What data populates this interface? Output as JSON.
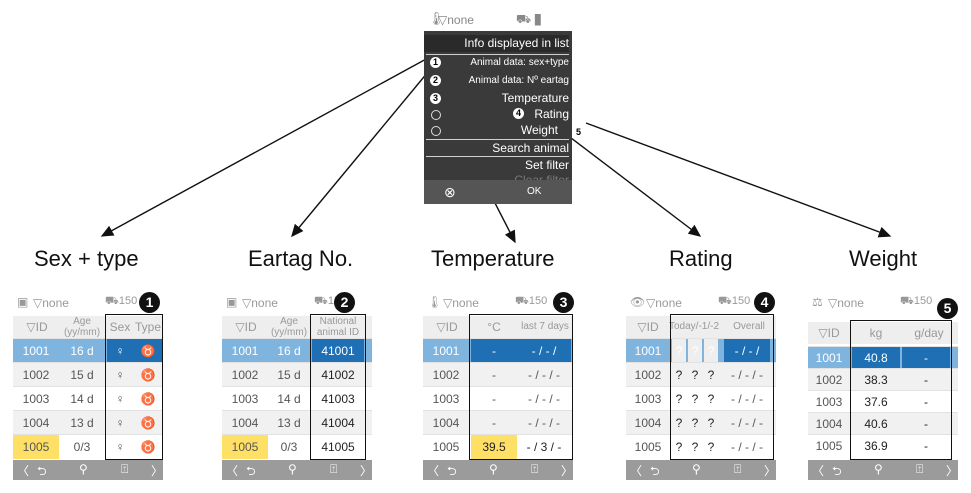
{
  "device": {
    "filter_text": "none",
    "menu_title": "Info displayed in list",
    "options": [
      {
        "marker": "1",
        "label": "Animal data: sex+type"
      },
      {
        "marker": "2",
        "label": "Animal data: Nº eartag"
      },
      {
        "marker": "3",
        "label": "Temperature"
      },
      {
        "marker": "4",
        "label": "Rating"
      },
      {
        "marker": "",
        "label": "Weight"
      }
    ],
    "weight_marker": "5",
    "search_label": "Search animal",
    "set_filter_label": "Set filter",
    "clear_filter_label": "Clear filter",
    "ok_label": "OK"
  },
  "captions": [
    "Sex + type",
    "Eartag No.",
    "Temperature",
    "Rating",
    "Weight"
  ],
  "panels": {
    "sex_type": {
      "badge": "1",
      "filter": "none",
      "id_label": "ID",
      "age_label": "Age (yy/mm)",
      "col_a": "Sex",
      "col_b": "Type",
      "rows": [
        {
          "id": "1001",
          "age": "16 d",
          "sex": "♀"
        },
        {
          "id": "1002",
          "age": "15 d",
          "sex": "♀"
        },
        {
          "id": "1003",
          "age": "14 d",
          "sex": "♀"
        },
        {
          "id": "1004",
          "age": "13 d",
          "sex": "♀"
        },
        {
          "id": "1005",
          "age": "0/3",
          "sex": "♀"
        }
      ]
    },
    "eartag": {
      "badge": "2",
      "filter": "none",
      "id_label": "ID",
      "age_label": "Age (yy/mm)",
      "col_a": "National animal ID",
      "rows": [
        {
          "id": "1001",
          "age": "16 d",
          "tag": "41001"
        },
        {
          "id": "1002",
          "age": "15 d",
          "tag": "41002"
        },
        {
          "id": "1003",
          "age": "14 d",
          "tag": "41003"
        },
        {
          "id": "1004",
          "age": "13 d",
          "tag": "41004"
        },
        {
          "id": "1005",
          "age": "0/3",
          "tag": "41005"
        }
      ]
    },
    "temperature": {
      "badge": "3",
      "filter": "none",
      "id_label": "ID",
      "col_a": "°C",
      "col_b": "last 7 days",
      "rows": [
        {
          "id": "1001",
          "t": "-",
          "last": "- / - /"
        },
        {
          "id": "1002",
          "t": "-",
          "last": "- / - / -"
        },
        {
          "id": "1003",
          "t": "-",
          "last": "- / - / -"
        },
        {
          "id": "1004",
          "t": "-",
          "last": "- / - / -"
        },
        {
          "id": "1005",
          "t": "39.5",
          "last": "- / 3 / -"
        }
      ]
    },
    "rating": {
      "badge": "4",
      "filter": "none",
      "id_label": "ID",
      "col_a": "Today/-1/-2",
      "col_b": "Overall",
      "rows": [
        {
          "id": "1001",
          "q": "?",
          "overall": "- / - /"
        },
        {
          "id": "1002",
          "q": "?",
          "overall": "- / - / -"
        },
        {
          "id": "1003",
          "q": "?",
          "overall": "- / - / -"
        },
        {
          "id": "1004",
          "q": "?",
          "overall": "- / - / -"
        },
        {
          "id": "1005",
          "q": "?",
          "overall": "- / - / -"
        }
      ]
    },
    "weight": {
      "badge": "5",
      "filter": "none",
      "id_label": "ID",
      "col_a": "kg",
      "col_b": "g/day",
      "rows": [
        {
          "id": "1001",
          "kg": "40.8",
          "gday": "-"
        },
        {
          "id": "1002",
          "kg": "38.3",
          "gday": "-"
        },
        {
          "id": "1003",
          "kg": "37.6",
          "gday": "-"
        },
        {
          "id": "1004",
          "kg": "40.6",
          "gday": "-"
        },
        {
          "id": "1005",
          "kg": "36.9",
          "gday": "-"
        }
      ]
    }
  },
  "icon_counter": "150",
  "colors": {
    "selected": "#1f6fb4",
    "highlight": "#7fb4df",
    "yellow": "#ffe066",
    "nav": "#9b9b9b"
  }
}
